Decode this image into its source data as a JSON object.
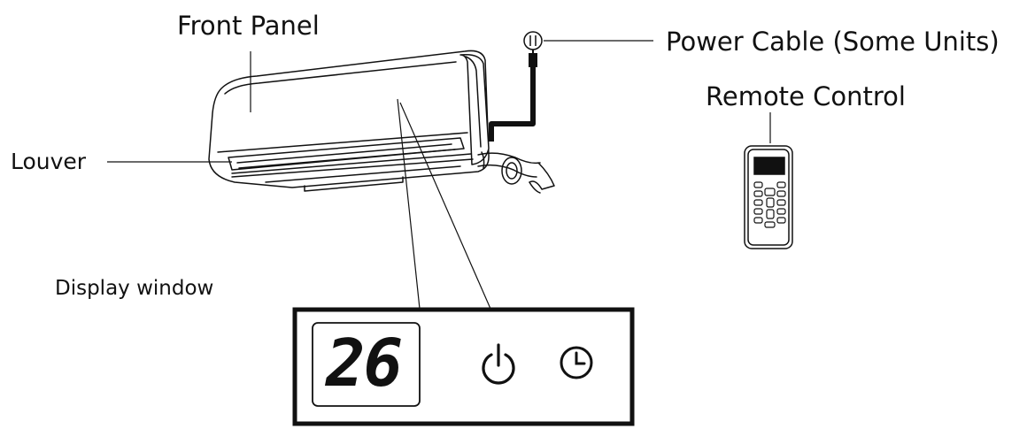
{
  "labels": {
    "front_panel": "Front Panel",
    "power_cable": "Power Cable (Some Units)",
    "remote_control": "Remote Control",
    "louver": "Louver",
    "display_window": "Display window"
  },
  "display": {
    "temperature": "26",
    "icons": [
      "power-icon",
      "timer-icon"
    ]
  },
  "colors": {
    "line": "#111111",
    "background": "#ffffff"
  }
}
